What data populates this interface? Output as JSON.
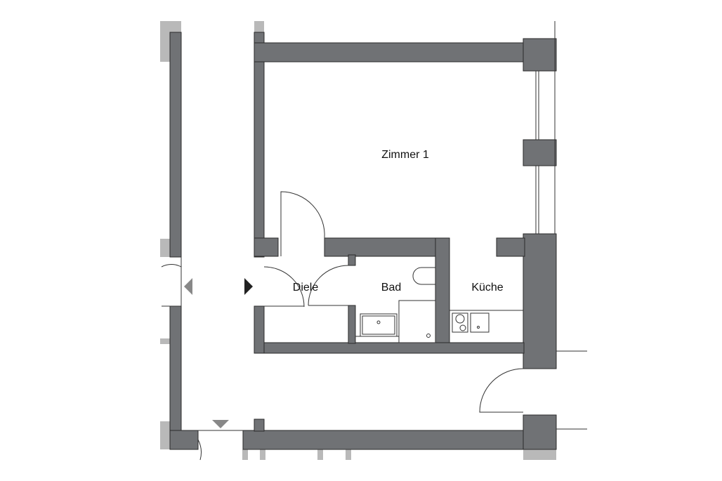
{
  "rooms": [
    {
      "id": "zimmer",
      "label": "Zimmer 1"
    },
    {
      "id": "diele",
      "label": "Diele"
    },
    {
      "id": "bad",
      "label": "Bad"
    },
    {
      "id": "kueche",
      "label": "Küche"
    }
  ],
  "colors": {
    "wall": "#707275",
    "adjacent_wall": "#b9b9b9",
    "entrance_marker": "#222222",
    "secondary_marker": "#888888"
  },
  "icons": [
    "entrance-arrow-icon",
    "entry-arrow-left-icon",
    "entry-arrow-down-icon",
    "toilet-icon",
    "sink-icon",
    "shower-icon",
    "stove-icon",
    "kitchen-sink-icon"
  ]
}
